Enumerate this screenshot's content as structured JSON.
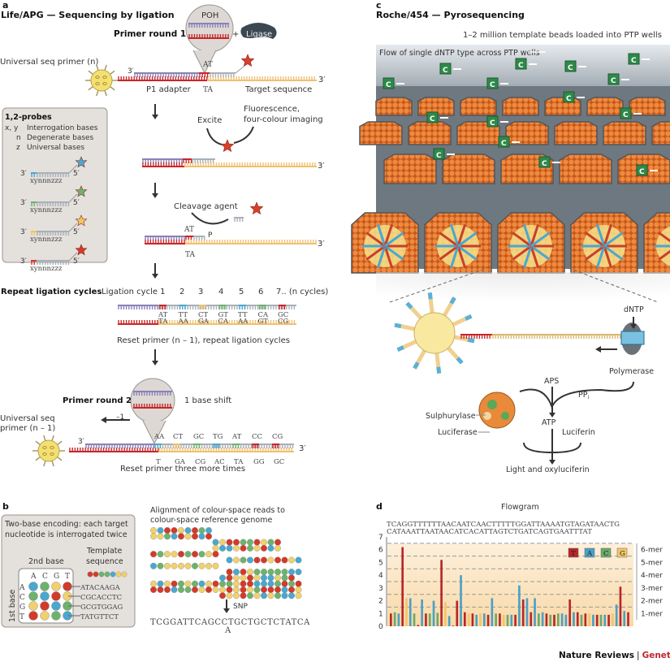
{
  "panel_a": {
    "letter": "a",
    "title": "Life/APG — Sequencing by ligation",
    "primer_round_1": "Primer round 1",
    "poh": "POH",
    "ligase": "Ligase",
    "plus": "+",
    "universal_primer_n": "Universal seq primer (n)",
    "three_prime": "3′",
    "five_prime": "5′",
    "p1_adapter": "P1 adapter",
    "at": "AT",
    "ta": "TA",
    "target_sequence": "Target sequence",
    "excite": "Excite",
    "fluorescence_1": "Fluorescence,",
    "fluorescence_2": "four-colour imaging",
    "cleavage_agent": "Cleavage agent",
    "p": "P",
    "probes_box": {
      "title": "1,2-probes",
      "legend": [
        {
          "key": "x, y",
          "text": "Interrogation bases"
        },
        {
          "key": "n",
          "text": "Degenerate bases"
        },
        {
          "key": "z",
          "text": "Universal bases"
        }
      ],
      "probe_seq": "xynnnzzz",
      "probe_colors": [
        "#4aa8d0",
        "#6db36d",
        "#f0c860",
        "#d43a2a"
      ]
    },
    "repeat_ligation_cycles": "Repeat ligation cycles",
    "ligation_cycle_label": "Ligation cycle 1",
    "cycle_numbers": [
      "2",
      "3",
      "4",
      "5",
      "6",
      "7.. (n cycles)"
    ],
    "cycle_top": [
      "AT",
      "TT",
      "CT",
      "GT",
      "TT",
      "CA",
      "GC"
    ],
    "cycle_bottom": [
      "TA",
      "AA",
      "GA",
      "CA",
      "AA",
      "GT",
      "CG"
    ],
    "reset_primer_n1": "Reset primer (n – 1), repeat ligation cycles",
    "primer_round_2": "Primer round 2",
    "one_base_shift": "1 base shift",
    "minus_one": "–1",
    "universal_primer_n1_line1": "Universal seq",
    "universal_primer_n1_line2": "primer (n – 1)",
    "round2_top": [
      "AA",
      "CT",
      "GC",
      "TG",
      "AT",
      "CC",
      "CG"
    ],
    "round2_bottom": [
      "T",
      "GA",
      "CG",
      "AC",
      "TA",
      "GG",
      "GC"
    ],
    "reset_three_more": "Reset primer three more times"
  },
  "panel_b": {
    "letter": "b",
    "box_line1": "Two-base encoding: each target",
    "box_line2": "nucleotide is interrogated twice",
    "second_base": "2nd base",
    "first_base": "1st base",
    "template_line1": "Template",
    "template_line2": "sequence",
    "bases": [
      "A",
      "C",
      "G",
      "T"
    ],
    "matrix_colors": [
      [
        "#4aa8d0",
        "#6db36d",
        "#f0d070",
        "#d43a2a"
      ],
      [
        "#6db36d",
        "#4aa8d0",
        "#d43a2a",
        "#f0d070"
      ],
      [
        "#f0d070",
        "#d43a2a",
        "#4aa8d0",
        "#6db36d"
      ],
      [
        "#d43a2a",
        "#f0d070",
        "#6db36d",
        "#4aa8d0"
      ]
    ],
    "template_sequences": [
      "ATACAAGA",
      "CGCACCTC",
      "GCGTGGAG",
      "TATGTTCT"
    ],
    "alignment_line1": "Alignment of colour-space reads to",
    "alignment_line2": "colour-space reference genome",
    "snp": "SNP",
    "reference": "TCGGATTCAGCCTGCTGCTCTATCA",
    "snp_base": "A"
  },
  "panel_c": {
    "letter": "c",
    "title": "Roche/454 — Pyrosequencing",
    "beads_loaded": "1–2 million template beads loaded into PTP wells",
    "flow_label": "Flow of single dNTP type across PTP wells",
    "nucleotide": "C",
    "dntp": "dNTP",
    "polymerase": "Polymerase",
    "aps": "APS",
    "ppi": "PP",
    "ppi_sub": "i",
    "atp": "ATP",
    "sulphurylase": "Sulphurylase",
    "luciferase": "Luciferase",
    "luciferin": "Luciferin",
    "light": "Light and oxyluciferin"
  },
  "panel_d": {
    "letter": "d",
    "title": "Flowgram",
    "seq_line1": "TCAGGTTTTTTAACAATCAACTTTTTGGATTAAAATGTAGATAACTG",
    "seq_line2": "CATAAATTAATAACATCACATTAGTCTGATCAGTGAATTTAT",
    "y_ticks": [
      "0",
      "1",
      "2",
      "3",
      "4",
      "5",
      "6",
      "7"
    ],
    "mer_labels": [
      "1-mer",
      "2-mer",
      "3-mer",
      "4-mer",
      "5-mer",
      "6-mer"
    ],
    "legend": [
      {
        "base": "T",
        "color": "#b8262a"
      },
      {
        "base": "A",
        "color": "#4aa0c8"
      },
      {
        "base": "C",
        "color": "#6aaa6a"
      },
      {
        "base": "G",
        "color": "#f2c66a"
      }
    ],
    "flows": [
      [
        "T",
        1.0
      ],
      [
        "C",
        1.1
      ],
      [
        "A",
        1.0
      ],
      [
        "T",
        6.2
      ],
      [
        "G",
        2.2
      ],
      [
        "A",
        2.2
      ],
      [
        "C",
        1.0
      ],
      [
        "T",
        0.1
      ],
      [
        "A",
        2.1
      ],
      [
        "T",
        1.0
      ],
      [
        "C",
        1.0
      ],
      [
        "A",
        2.0
      ],
      [
        "C",
        1.05
      ],
      [
        "T",
        5.2
      ],
      [
        "G",
        1.9
      ],
      [
        "A",
        0.8
      ],
      [
        "T",
        0.05
      ],
      [
        "T",
        2.0
      ],
      [
        "A",
        4.0
      ],
      [
        "T",
        1.1
      ],
      [
        "G",
        1.0
      ],
      [
        "T",
        1.0
      ],
      [
        "A",
        0.9
      ],
      [
        "G",
        1.0
      ],
      [
        "A",
        1.0
      ],
      [
        "T",
        0.9
      ],
      [
        "A",
        2.2
      ],
      [
        "C",
        1.0
      ],
      [
        "T",
        1.0
      ],
      [
        "G",
        0.9
      ],
      [
        "C",
        0.9
      ],
      [
        "A",
        0.9
      ],
      [
        "T",
        0.9
      ],
      [
        "A",
        3.2
      ],
      [
        "T",
        2.1
      ],
      [
        "A",
        2.2
      ],
      [
        "T",
        1.1
      ],
      [
        "A",
        2.2
      ],
      [
        "C",
        1.0
      ],
      [
        "A",
        1.1
      ],
      [
        "T",
        1.0
      ],
      [
        "C",
        0.9
      ],
      [
        "T",
        0.9
      ],
      [
        "C",
        1.0
      ],
      [
        "A",
        1.0
      ],
      [
        "A",
        0.9
      ],
      [
        "T",
        2.1
      ],
      [
        "A",
        1.1
      ],
      [
        "T",
        1.1
      ],
      [
        "C",
        0.9
      ],
      [
        "T",
        1.0
      ],
      [
        "G",
        1.0
      ],
      [
        "A",
        0.9
      ],
      [
        "T",
        0.9
      ],
      [
        "C",
        0.9
      ],
      [
        "A",
        0.9
      ],
      [
        "T",
        0.9
      ],
      [
        "G",
        1.0
      ],
      [
        "A",
        1.7
      ],
      [
        "T",
        3.1
      ],
      [
        "A",
        1.2
      ],
      [
        "T",
        1.1
      ]
    ],
    "ylim": [
      0,
      7
    ]
  },
  "footer": {
    "journal": "Nature Reviews",
    "separator": "|",
    "section": "Genetics",
    "section_color": "#c0272d"
  },
  "colors": {
    "red": "#c8262a",
    "purple": "#8a82b8",
    "gold": "#f0c070",
    "gray_strand": "#a8b0b8",
    "bead_yellow": "#f6e49a",
    "well_orange": "#e8742a"
  }
}
